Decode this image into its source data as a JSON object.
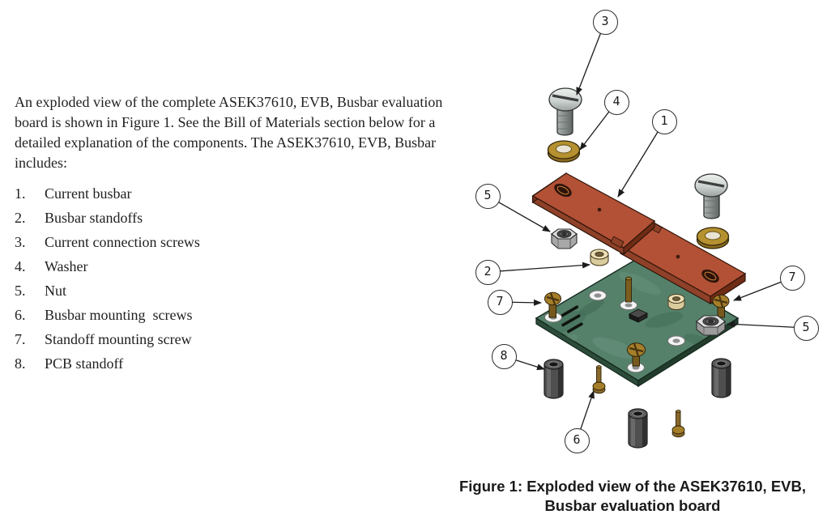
{
  "doc": {
    "intro": "An exploded view of the complete ASEK37610, EVB, Busbar evaluation board is shown in Figure 1. See the Bill of Materials section below for a detailed explanation of the components. The ASEK37610, EVB, Busbar includes:",
    "list": [
      {
        "num": "1.",
        "text": "Current busbar"
      },
      {
        "num": "2.",
        "text": "Busbar standoffs"
      },
      {
        "num": "3.",
        "text": "Current connection screws"
      },
      {
        "num": "4.",
        "text": "Washer"
      },
      {
        "num": "5.",
        "text": "Nut"
      },
      {
        "num": "6.",
        "text": "Busbar mounting  screws"
      },
      {
        "num": "7.",
        "text": "Standoff mounting screw"
      },
      {
        "num": "8.",
        "text": "PCB standoff"
      }
    ]
  },
  "figure": {
    "caption": "Figure 1: Exploded view of the ASEK37610, EVB, Busbar evaluation board",
    "callouts": [
      {
        "label": "1"
      },
      {
        "label": "2"
      },
      {
        "label": "3"
      },
      {
        "label": "4"
      },
      {
        "label": "5"
      },
      {
        "label": "5"
      },
      {
        "label": "6"
      },
      {
        "label": "7"
      },
      {
        "label": "7"
      },
      {
        "label": "8"
      }
    ],
    "colors": {
      "busbar_top": "#b25136",
      "busbar_side": "#8e4128",
      "pcb_top": "#55816a",
      "pcb_edge": "#2c4c3a",
      "brass": "#a57e2a",
      "washer_gold": "#b5912f",
      "steel_light": "#dfe3e0",
      "standoff_dark": "#4f4f4f",
      "standoff_tan": "#d9cb9c"
    }
  }
}
